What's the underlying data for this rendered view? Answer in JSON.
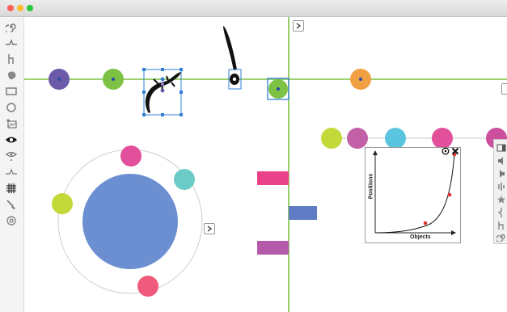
{
  "window": {
    "traffic_lights": [
      {
        "name": "close",
        "color": "#ff5f57"
      },
      {
        "name": "minimize",
        "color": "#febc2e"
      },
      {
        "name": "zoom",
        "color": "#28c840"
      }
    ]
  },
  "toolbar": {
    "tools": [
      "spiral-tool-icon",
      "line-gesture-icon",
      "step-path-icon",
      "blob-shape-icon",
      "rectangle-tool-icon",
      "circle-tool-icon",
      "add-image-icon",
      "eye-tool-icon",
      "eye-small-tool-icon",
      "line-gesture-small-icon",
      "grid-tool-icon",
      "paint-brush-icon",
      "settings-icon"
    ]
  },
  "canvas": {
    "axis_color": "#7dc245",
    "timeline_dots": [
      {
        "color": "#6a5aa8"
      },
      {
        "color": "#7dc245"
      },
      {
        "color": "#7dc245"
      },
      {
        "color": "#f0a043"
      }
    ],
    "selection_color": "#2f7fd6",
    "lizard_icon": "lizard-icon",
    "exclamation_icon": "exclamation-eye-icon",
    "palette": [
      "#c3d93a",
      "#c260a8",
      "#5bc5df",
      "#e24f9a",
      "#cc4f9e"
    ],
    "bars": [
      {
        "color": "#e9428a"
      },
      {
        "color": "#5f7cc4"
      },
      {
        "color": "#b35aa8"
      }
    ],
    "orbit": {
      "center_color": "#6b8fd1",
      "satellites": [
        {
          "color": "#e24f9a"
        },
        {
          "color": "#6ccbc6"
        },
        {
          "color": "#c3d93a"
        },
        {
          "color": "#f05a7c"
        }
      ]
    }
  },
  "plot_panel": {
    "x_label": "Objects",
    "y_label": "Positions",
    "curve_color": "#111111",
    "point_color": "#e03030"
  }
}
